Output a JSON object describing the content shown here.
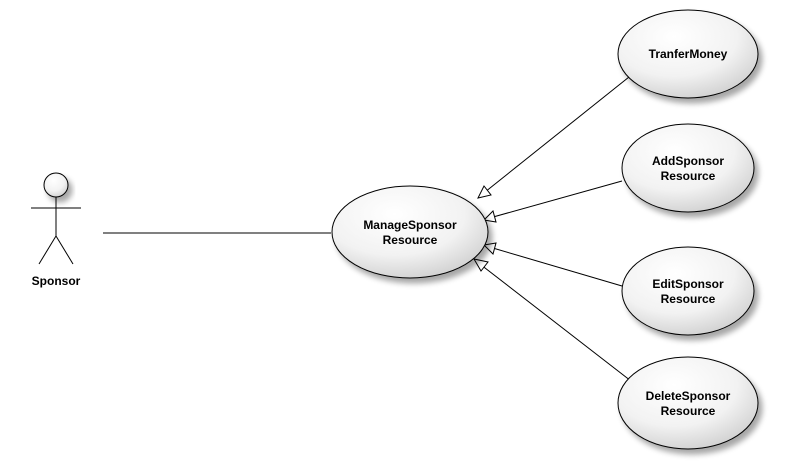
{
  "actor": {
    "name": "Sponsor"
  },
  "use_cases": {
    "main": {
      "line1": "ManageSponsor",
      "line2": "Resource"
    },
    "transfer": {
      "line1": "TranferMoney"
    },
    "add": {
      "line1": "AddSponsor",
      "line2": "Resource"
    },
    "edit": {
      "line1": "EditSponsor",
      "line2": "Resource"
    },
    "delete": {
      "line1": "DeleteSponsor",
      "line2": "Resource"
    }
  },
  "colors": {
    "ellipse_top": "#ffffff",
    "ellipse_bottom": "#d9d9d9",
    "stroke": "#000000",
    "shadow": "#bfbfbf"
  }
}
